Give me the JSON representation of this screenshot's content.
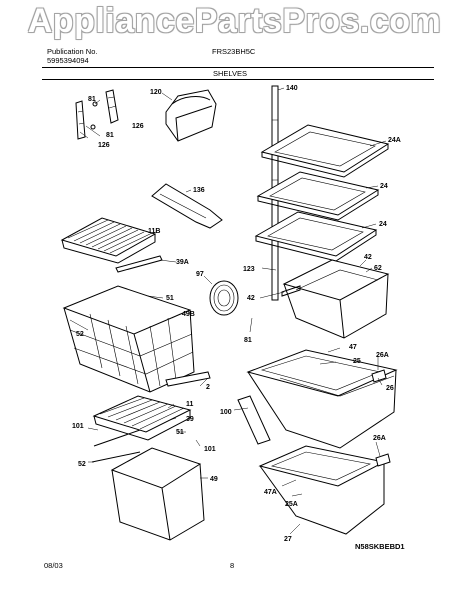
{
  "watermark": "AppliancePartsPros.com",
  "header": {
    "publication_label": "Publication No.",
    "publication_number": "5995394094",
    "model": "FRS23BH5C",
    "section": "SHELVES"
  },
  "footer": {
    "date": "08/03",
    "page": "8",
    "diagram_code": "N58SKBEBD1"
  },
  "callouts": {
    "c81a": "81",
    "c126a": "126",
    "c81b": "81",
    "c126b": "126",
    "c120": "120",
    "c140": "140",
    "c24a": "24A",
    "c136": "136",
    "c24b": "24",
    "c24c": "24",
    "c11b": "11B",
    "c39a": "39A",
    "c97": "97",
    "c123": "123",
    "c42a": "42",
    "c62": "62",
    "c42b": "42",
    "c51a": "51",
    "c49b": "49B",
    "c52a": "52",
    "c81c": "81",
    "c2": "2",
    "c47": "47",
    "c25": "25",
    "c26a": "26A",
    "c26": "26",
    "c11": "11",
    "c39": "39",
    "c100": "100",
    "c101a": "101",
    "c51b": "51",
    "c101b": "101",
    "c52b": "52",
    "c49": "49",
    "c26a2": "26A",
    "c47a": "47A",
    "c25a": "25A",
    "c27": "27"
  }
}
